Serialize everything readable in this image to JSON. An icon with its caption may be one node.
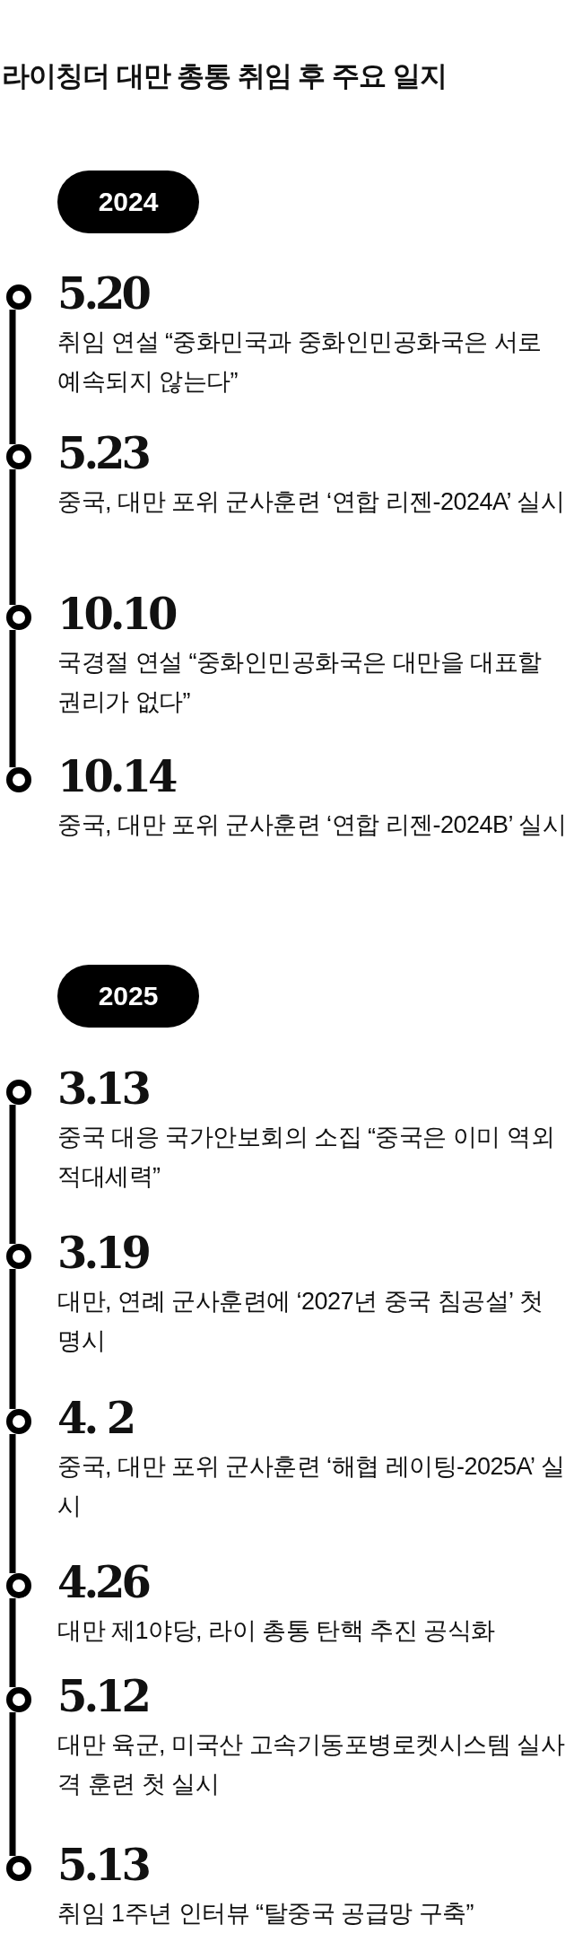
{
  "diagram": {
    "title": "라이칭더 대만 총통 취임 후 주요 일지",
    "nodes": [
      {
        "text": [
          "2024"
        ]
      },
      {
        "text": [],
        "shape": "circle",
        "beside": [
          "5.20",
          "취임 연설 “중화민국과 중화인민공화국은 서로 예속되지 않는다”"
        ]
      },
      {
        "text": [],
        "shape": "circle",
        "beside": [
          "5.23",
          "중국, 대만 포위 군사훈련 ‘연합 리젠-2024A’ 실시"
        ]
      },
      {
        "text": [],
        "shape": "circle",
        "beside": [
          "10.10",
          "국경절 연설 “중화인민공화국은 대만을 대표할 권리가 없다”"
        ]
      },
      {
        "text": [],
        "shape": "circle",
        "beside": [
          "10.14",
          "중국, 대만 포위 군사훈련 ‘연합 리젠-2024B’ 실시"
        ]
      },
      {
        "text": [
          "2025"
        ]
      },
      {
        "text": [],
        "shape": "circle",
        "beside": [
          "3.13",
          "중국 대응 국가안보회의 소집 “중국은 이미 역외 적대세력”"
        ]
      },
      {
        "text": [],
        "shape": "circle",
        "beside": [
          "3.19",
          "대만, 연례 군사훈련에 ‘2027년 중국 침공설’ 첫 명시"
        ]
      },
      {
        "text": [],
        "shape": "circle",
        "beside": [
          "4. 2",
          "중국, 대만 포위 군사훈련 ‘해협 레이팅-2025A’ 실시"
        ]
      },
      {
        "text": [],
        "shape": "circle",
        "beside": [
          "4.26",
          "대만 제1야당, 라이 총통 탄핵 추진 공식화"
        ]
      },
      {
        "text": [],
        "shape": "circle",
        "beside": [
          "5.12",
          "대만 육군, 미국산 고속기동포병로켓시스템 실사격 훈련 첫 실시"
        ]
      },
      {
        "text": [],
        "shape": "circle",
        "beside": [
          "5.13",
          "취임 1주년 인터뷰 “탈중국 공급망 구축”"
        ]
      }
    ],
    "edges": [
      {
        "from": 1,
        "to": 2,
        "arrow": "none"
      },
      {
        "from": 2,
        "to": 3,
        "arrow": "none"
      },
      {
        "from": 3,
        "to": 4,
        "arrow": "none"
      },
      {
        "from": 6,
        "to": 7,
        "arrow": "none"
      },
      {
        "from": 7,
        "to": 8,
        "arrow": "none"
      },
      {
        "from": 8,
        "to": 9,
        "arrow": "none"
      },
      {
        "from": 9,
        "to": 10,
        "arrow": "none"
      },
      {
        "from": 10,
        "to": 11,
        "arrow": "none"
      }
    ]
  }
}
